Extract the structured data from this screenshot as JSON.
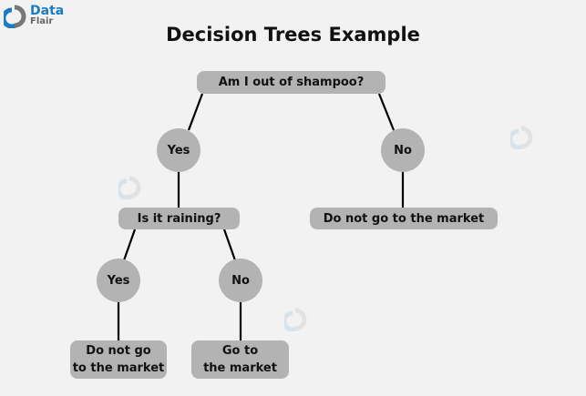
{
  "logo": {
    "line1": "Data",
    "line2": "Flair"
  },
  "title": "Decision Trees Example",
  "nodes": {
    "root": "Am I out of shampoo?",
    "yes1": "Yes",
    "no1": "No",
    "raining": "Is it raining?",
    "leaf_right": "Do not go to the market",
    "yes2": "Yes",
    "no2": "No",
    "leaf_left_1": "Do not go",
    "leaf_left_2": "to the market",
    "leaf_mid_1": "Go to",
    "leaf_mid_2": "the market"
  },
  "colors": {
    "background": "#f2f2f2",
    "node": "#b3b3b3",
    "brand": "#1a7dc4"
  }
}
